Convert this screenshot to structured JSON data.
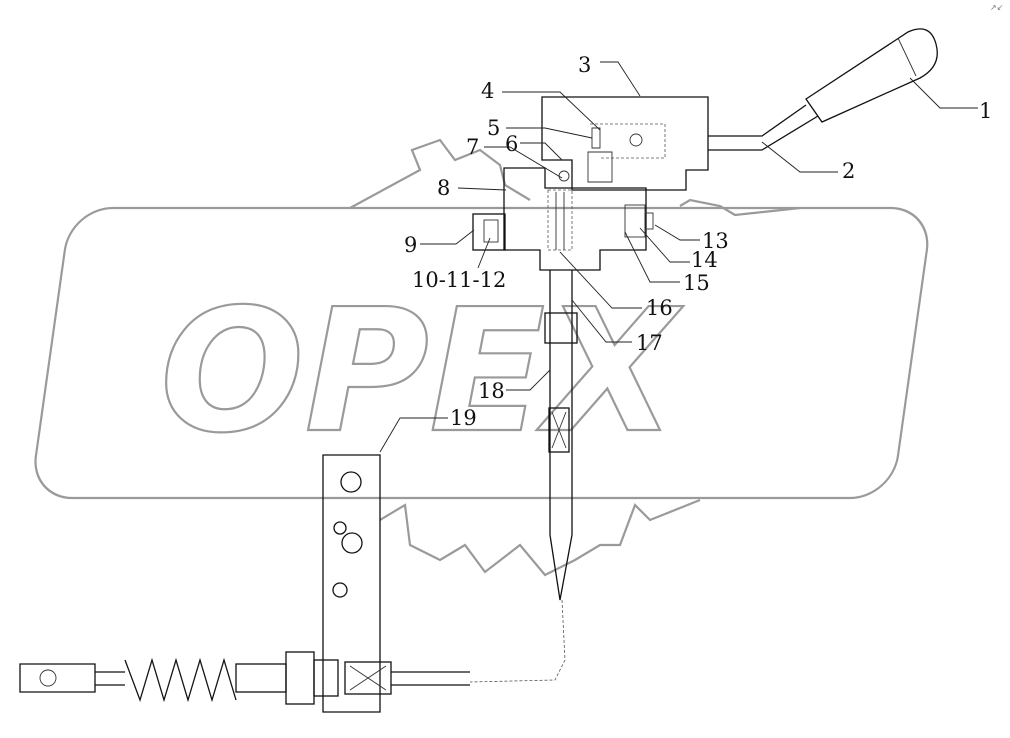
{
  "watermark": {
    "text": "OPEX"
  },
  "corner_mark": "↗↙",
  "callouts": [
    {
      "id": "1",
      "text": "1"
    },
    {
      "id": "2",
      "text": "2"
    },
    {
      "id": "3",
      "text": "3"
    },
    {
      "id": "4",
      "text": "4"
    },
    {
      "id": "5",
      "text": "5"
    },
    {
      "id": "6",
      "text": "6"
    },
    {
      "id": "7",
      "text": "7"
    },
    {
      "id": "8",
      "text": "8"
    },
    {
      "id": "9",
      "text": "9"
    },
    {
      "id": "10-11-12",
      "text": "10-11-12"
    },
    {
      "id": "13",
      "text": "13"
    },
    {
      "id": "14",
      "text": "14"
    },
    {
      "id": "15",
      "text": "15"
    },
    {
      "id": "16",
      "text": "16"
    },
    {
      "id": "17",
      "text": "17"
    },
    {
      "id": "18",
      "text": "18"
    },
    {
      "id": "19",
      "text": "19"
    }
  ]
}
